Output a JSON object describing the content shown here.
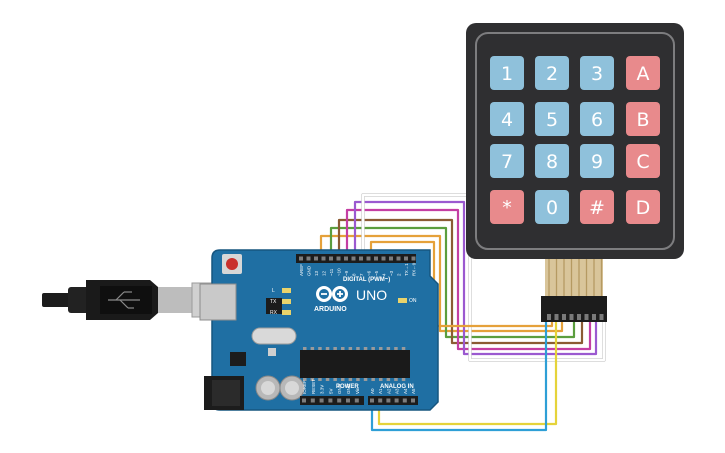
{
  "keypad": {
    "rows": [
      [
        {
          "label": "1",
          "kind": "digit"
        },
        {
          "label": "2",
          "kind": "digit"
        },
        {
          "label": "3",
          "kind": "digit"
        },
        {
          "label": "A",
          "kind": "letter"
        }
      ],
      [
        {
          "label": "4",
          "kind": "digit"
        },
        {
          "label": "5",
          "kind": "digit"
        },
        {
          "label": "6",
          "kind": "digit"
        },
        {
          "label": "B",
          "kind": "letter"
        }
      ],
      [
        {
          "label": "7",
          "kind": "digit"
        },
        {
          "label": "8",
          "kind": "digit"
        },
        {
          "label": "9",
          "kind": "digit"
        },
        {
          "label": "C",
          "kind": "letter"
        }
      ],
      [
        {
          "label": "*",
          "kind": "letter"
        },
        {
          "label": "0",
          "kind": "digit"
        },
        {
          "label": "#",
          "kind": "letter"
        },
        {
          "label": "D",
          "kind": "letter"
        }
      ]
    ]
  },
  "board": {
    "brand": "ARDUINO",
    "model": "UNO",
    "digital_label": "DIGITAL (PWM~)",
    "power_label": "POWER",
    "analog_label": "ANALOG IN",
    "on_label": "ON",
    "led_labels": [
      "L",
      "TX",
      "RX"
    ],
    "digital_pins": [
      "AREF",
      "GND",
      "13",
      "12",
      "~11",
      "~10",
      "~9",
      "8",
      "7",
      "~6",
      "~5",
      "4",
      "~3",
      "2",
      "TX→1",
      "RX←0"
    ],
    "power_pins": [
      "IOREF",
      "RESET",
      "3.3V",
      "5V",
      "GND",
      "GND",
      "Vin"
    ],
    "analog_pins": [
      "A0",
      "A1",
      "A2",
      "A3",
      "A4",
      "A5"
    ]
  },
  "colors": {
    "board": "#1f6fa3",
    "digit_key": "#8fc1db",
    "letter_key": "#e88a8c",
    "keypad_body": "#2f2f31",
    "wires": [
      "#e5a13a",
      "#5b9e3e",
      "#8b5b33",
      "#c43ea3",
      "#9b59d0",
      "#ffffff",
      "#e5d33a",
      "#2e9fd6"
    ]
  }
}
